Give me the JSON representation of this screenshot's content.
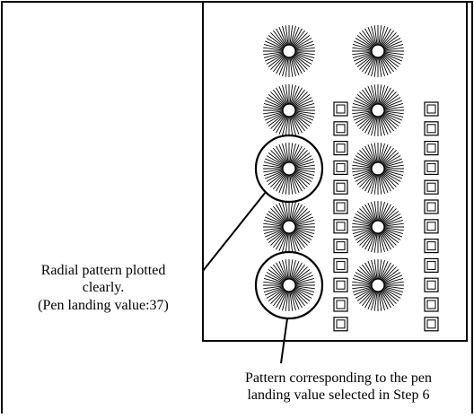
{
  "diagram": {
    "callout_left": {
      "line1": "Radial pattern plotted",
      "line2": "clearly.",
      "line3": "(Pen landing value:37)"
    },
    "callout_bottom": {
      "line1": "Pattern corresponding to the pen",
      "line2": "landing value selected in Step 6"
    },
    "stroke_color": "#000000",
    "background_color": "#ffffff",
    "sheet": {
      "starburst_columns": 2,
      "starbursts_per_column": 5,
      "square_columns": 2,
      "squares_per_column": 12,
      "circled_starbursts": [
        "left column, 3rd",
        "left column, 5th"
      ]
    }
  }
}
